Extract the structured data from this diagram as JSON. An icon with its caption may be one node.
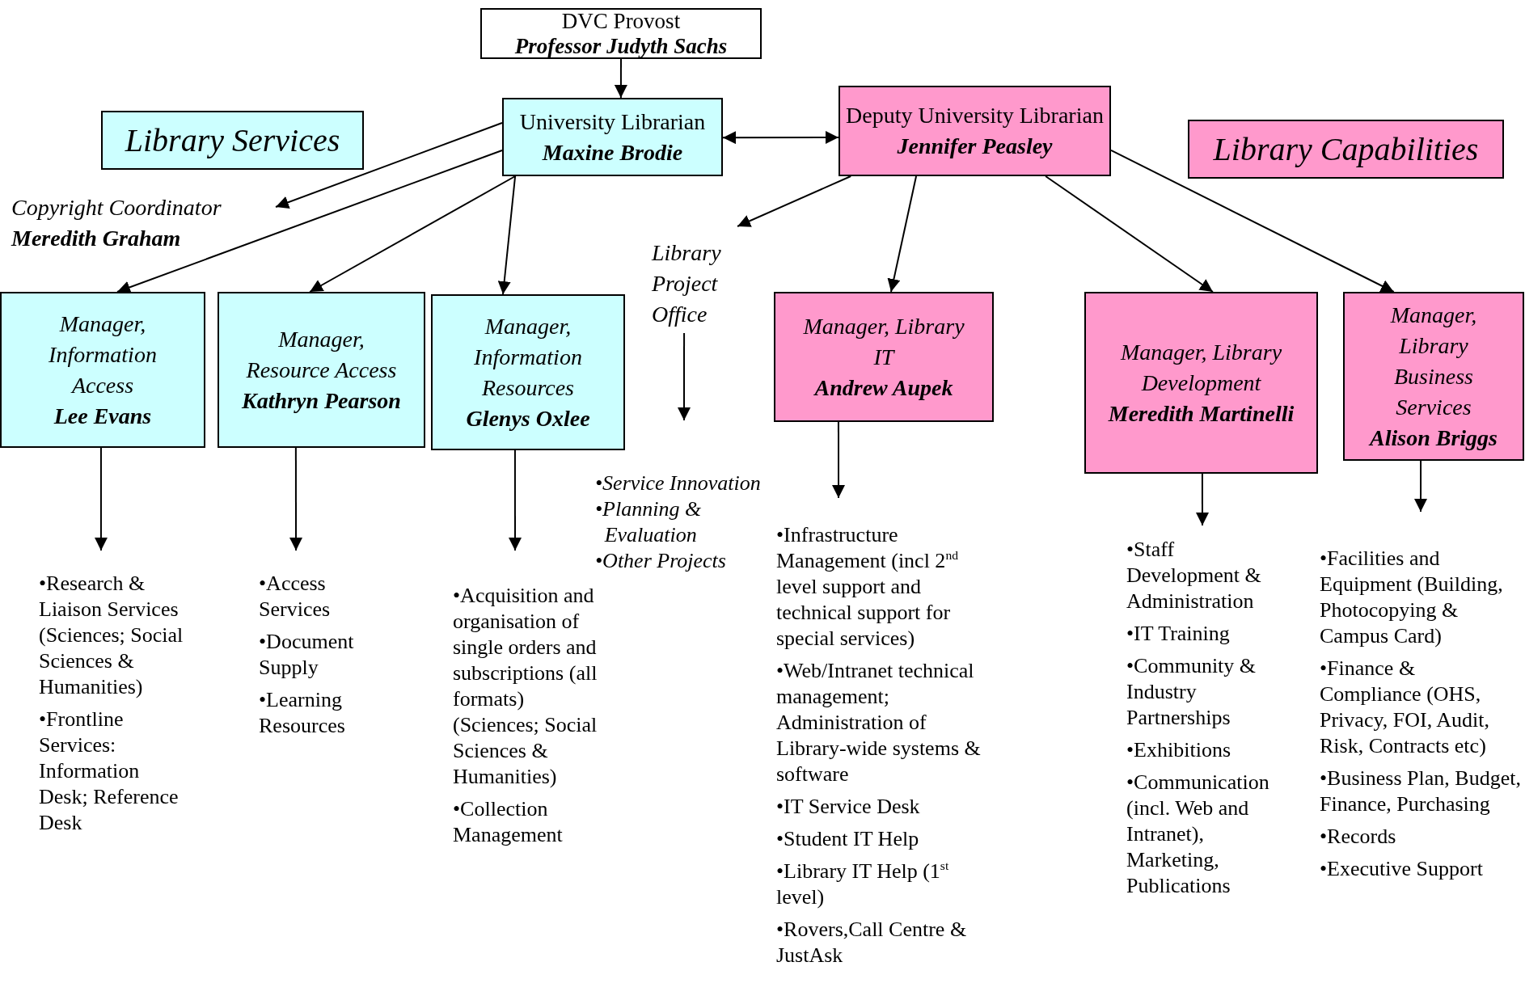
{
  "diagram": {
    "nodes": [
      {
        "text": [
          "DVC Provost",
          "Professor Judyth Sachs"
        ]
      },
      {
        "text": [
          "University Librarian",
          "Maxine Brodie"
        ]
      },
      {
        "text": [
          "Deputy University Librarian",
          "Jennifer Peasley"
        ]
      },
      {
        "text": [
          "Library Services"
        ]
      },
      {
        "text": [
          "Library Capabilities"
        ]
      },
      {
        "text": [
          "Copyright Coordinator",
          "Meredith Graham"
        ]
      },
      {
        "text": [
          "Manager, Information Access",
          "Lee Evans"
        ]
      },
      {
        "text": [
          "Manager, Resource Access",
          "Kathryn Pearson"
        ]
      },
      {
        "text": [
          "Manager, Information Resources",
          "Glenys Oxlee"
        ]
      },
      {
        "text": [
          "Library Project Office"
        ]
      },
      {
        "text": [
          "Manager, Library IT",
          "Andrew Aupek"
        ]
      },
      {
        "text": [
          "Manager, Library Development",
          "Meredith Martinelli"
        ]
      },
      {
        "text": [
          "Manager, Library Business Services",
          "Alison Briggs"
        ]
      },
      {
        "text": [
          "•Research & Liaison Services (Sciences; Social Sciences & Humanities)",
          "•Frontline Services: Information Desk; Reference Desk"
        ]
      },
      {
        "text": [
          "•Access Services",
          "•Document Supply",
          "•Learning Resources"
        ]
      },
      {
        "text": [
          "•Acquisition and organisation of single orders and subscriptions (all formats) (Sciences; Social Sciences & Humanities)",
          "•Collection Management"
        ]
      },
      {
        "text": [
          "•Service Innovation",
          "•Planning & Evaluation",
          "•Other Projects"
        ]
      },
      {
        "text": [
          "•Infrastructure Management (incl 2$^{nd}$ level support and technical support for special services)",
          "•Web/Intranet technical management; Administration of Library-wide systems & software",
          "•IT Service Desk",
          "•Student IT Help",
          "•Library IT Help (1$^{st}$ level)",
          "•Rovers,Call Centre & JustAsk"
        ]
      },
      {
        "text": [
          "•Staff Development & Administration",
          "•IT Training",
          "•Community & Industry Partnerships",
          "•Exhibitions",
          "•Communication (incl. Web and Intranet), Marketing, Publications"
        ]
      },
      {
        "text": [
          "•Facilities and Equipment (Building, Photocopying & Campus Card)",
          "•Finance & Compliance (OHS, Privacy, FOI, Audit, Risk, Contracts etc)",
          "•Business Plan, Budget, Finance, Purchasing",
          "•Records",
          "•Executive Support"
        ]
      }
    ],
    "edges": [
      {
        "from": 0,
        "to": 1,
        "arrow": "to"
      },
      {
        "from": 1,
        "to": 2,
        "arrow": "both"
      },
      {
        "from": 1,
        "to": 5,
        "arrow": "to"
      },
      {
        "from": 1,
        "to": 6,
        "arrow": "to"
      },
      {
        "from": 1,
        "to": 7,
        "arrow": "to"
      },
      {
        "from": 1,
        "to": 8,
        "arrow": "to"
      },
      {
        "from": 2,
        "to": 9,
        "arrow": "to"
      },
      {
        "from": 2,
        "to": 10,
        "arrow": "to"
      },
      {
        "from": 2,
        "to": 11,
        "arrow": "to"
      },
      {
        "from": 2,
        "to": 12,
        "arrow": "to"
      },
      {
        "from": 6,
        "to": 13,
        "arrow": "to"
      },
      {
        "from": 7,
        "to": 14,
        "arrow": "to"
      },
      {
        "from": 8,
        "to": 15,
        "arrow": "to"
      },
      {
        "from": 9,
        "to": 16,
        "arrow": "to"
      },
      {
        "from": 10,
        "to": 17,
        "arrow": "to"
      },
      {
        "from": 11,
        "to": 18,
        "arrow": "to"
      },
      {
        "from": 12,
        "to": 19,
        "arrow": "to"
      }
    ]
  }
}
